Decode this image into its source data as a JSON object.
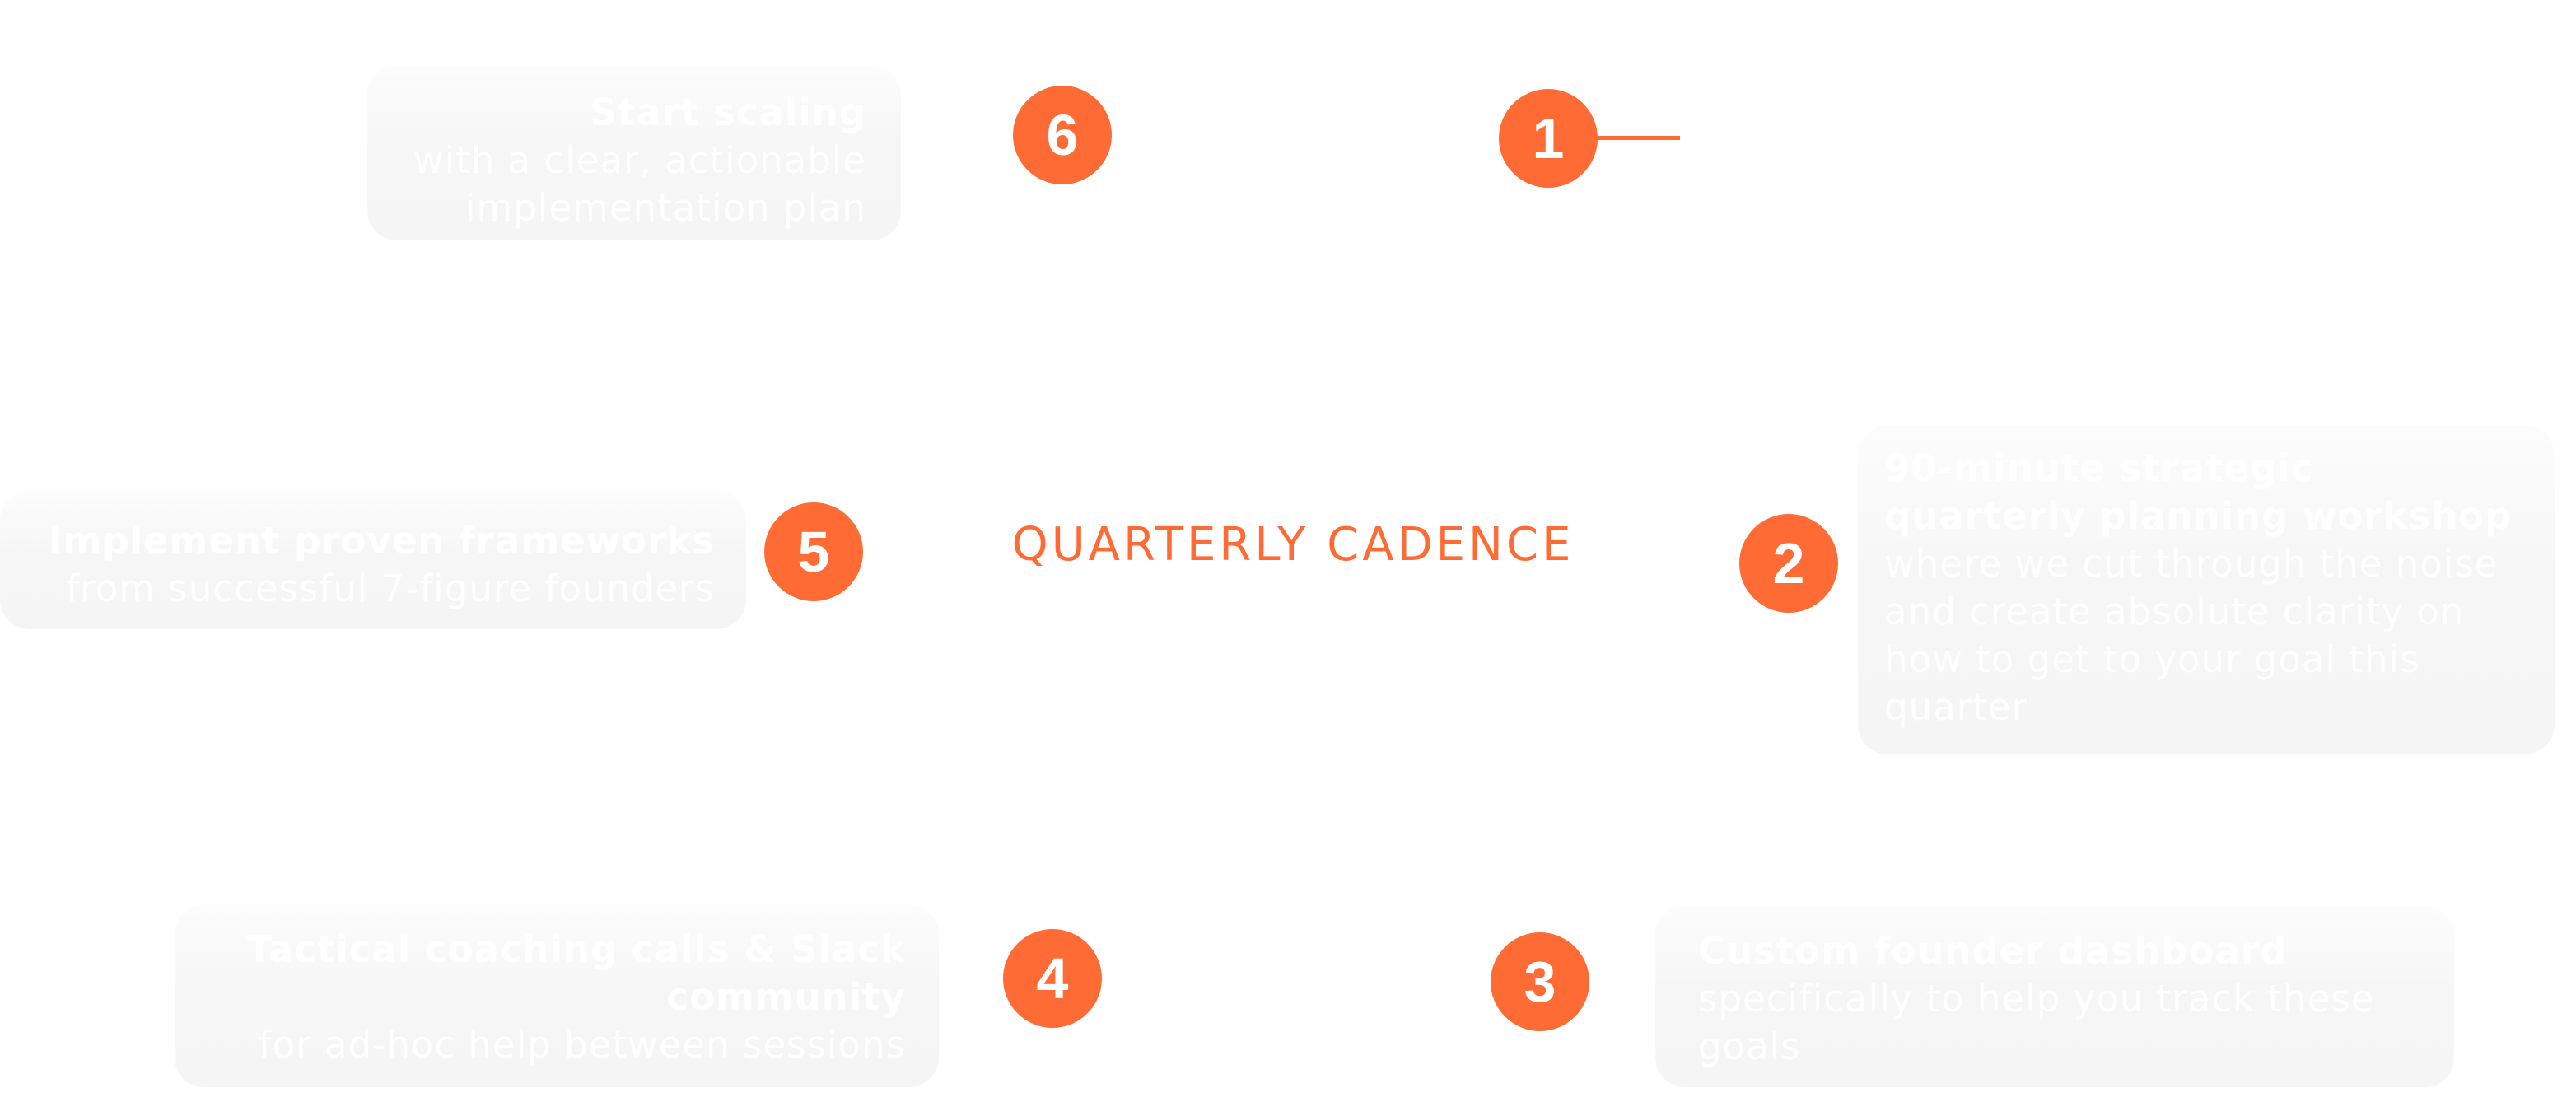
{
  "center_label": "QUARTERLY CADENCE",
  "accent_color": "#ff6b35",
  "steps": [
    {
      "number": "1",
      "bold": "",
      "text": ""
    },
    {
      "number": "2",
      "bold": "90-minute strategic quarterly planning workshop",
      "text": "where we cut through the noise and create absolute clarity on how to get to your goal this quarter"
    },
    {
      "number": "3",
      "bold": "Custom founder dashboard",
      "text": "specifically to help you track these goals"
    },
    {
      "number": "4",
      "bold": "Tactical coaching calls & Slack community",
      "text": "for ad-hoc help between sessions"
    },
    {
      "number": "5",
      "bold": "Implement proven frameworks",
      "text": "from successful 7-figure founders"
    },
    {
      "number": "6",
      "bold": "Start scaling",
      "text": "with a clear, actionable implementation plan"
    }
  ]
}
